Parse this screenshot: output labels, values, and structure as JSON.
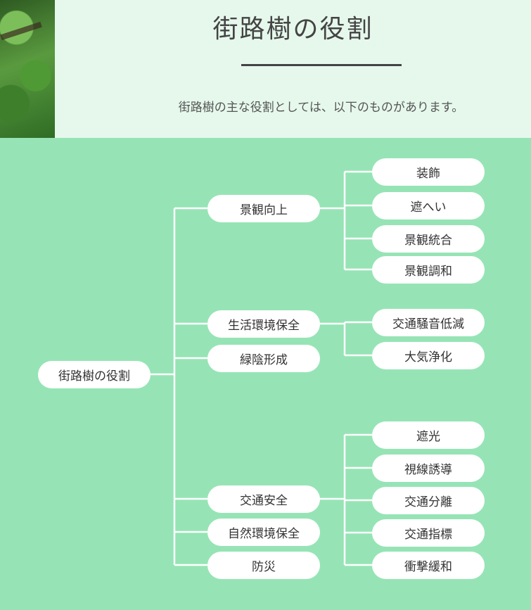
{
  "header": {
    "title": "街路樹の役割",
    "subtitle": "街路樹の主な役割としては、以下のものがあります。"
  },
  "diagram": {
    "root": "街路樹の役割",
    "branches": [
      {
        "label": "景観向上",
        "children": [
          "装飾",
          "遮へい",
          "景観統合",
          "景観調和"
        ]
      },
      {
        "label": "生活環境保全",
        "children": [
          "交通騒音低減",
          "大気浄化"
        ]
      },
      {
        "label": "緑陰形成",
        "children": []
      },
      {
        "label": "交通安全",
        "children": [
          "遮光",
          "視線誘導",
          "交通分離",
          "交通指標",
          "衝撃緩和"
        ]
      },
      {
        "label": "自然環境保全",
        "children": []
      },
      {
        "label": "防災",
        "children": []
      }
    ]
  }
}
